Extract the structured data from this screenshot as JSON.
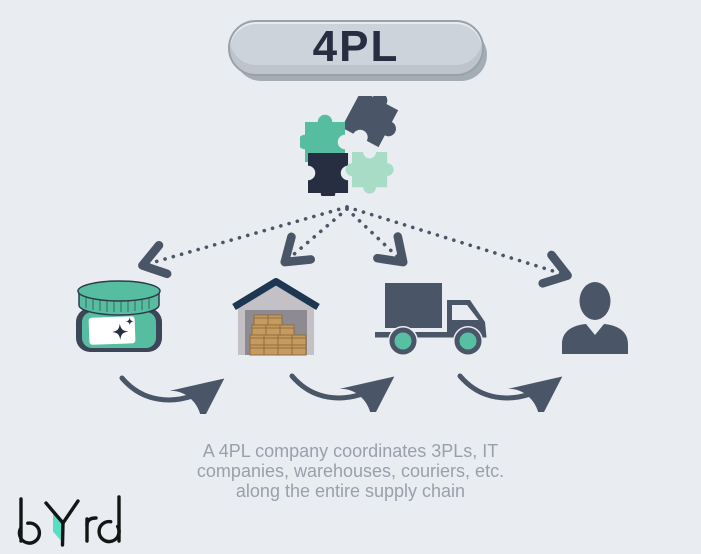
{
  "header": {
    "title": "4PL"
  },
  "caption": {
    "line1": "A 4PL company coordinates 3PLs, IT",
    "line2": "companies, warehouses, couriers, etc.",
    "line3": "along the entire supply chain"
  },
  "footer": {
    "logo_text": "byrd"
  },
  "icons": {
    "hub": "puzzle-pieces-icon",
    "step1": "product-jar-icon",
    "step2": "warehouse-icon",
    "step3": "delivery-truck-icon",
    "step4": "customer-icon"
  },
  "colors": {
    "background": "#e9edf2",
    "teal": "#57bda1",
    "mint": "#a9dcc6",
    "slate": "#4b5568",
    "navy": "#272e41",
    "jar_dark": "#3b4659",
    "pill_fill": "#ccd3db",
    "pill_border": "#99a2aa",
    "pill_shadow": "#a4adb5",
    "caption_gray": "#98a0ac",
    "box_tan": "#c79a5f",
    "box_line": "#8f6d40",
    "wall_gray": "#c3c1c5",
    "roof_navy": "#1d3752",
    "door_gray": "#8d8b91",
    "wheel_teal": "#57c0a2",
    "logo_black": "#151515",
    "logo_teal": "#58dec0"
  }
}
